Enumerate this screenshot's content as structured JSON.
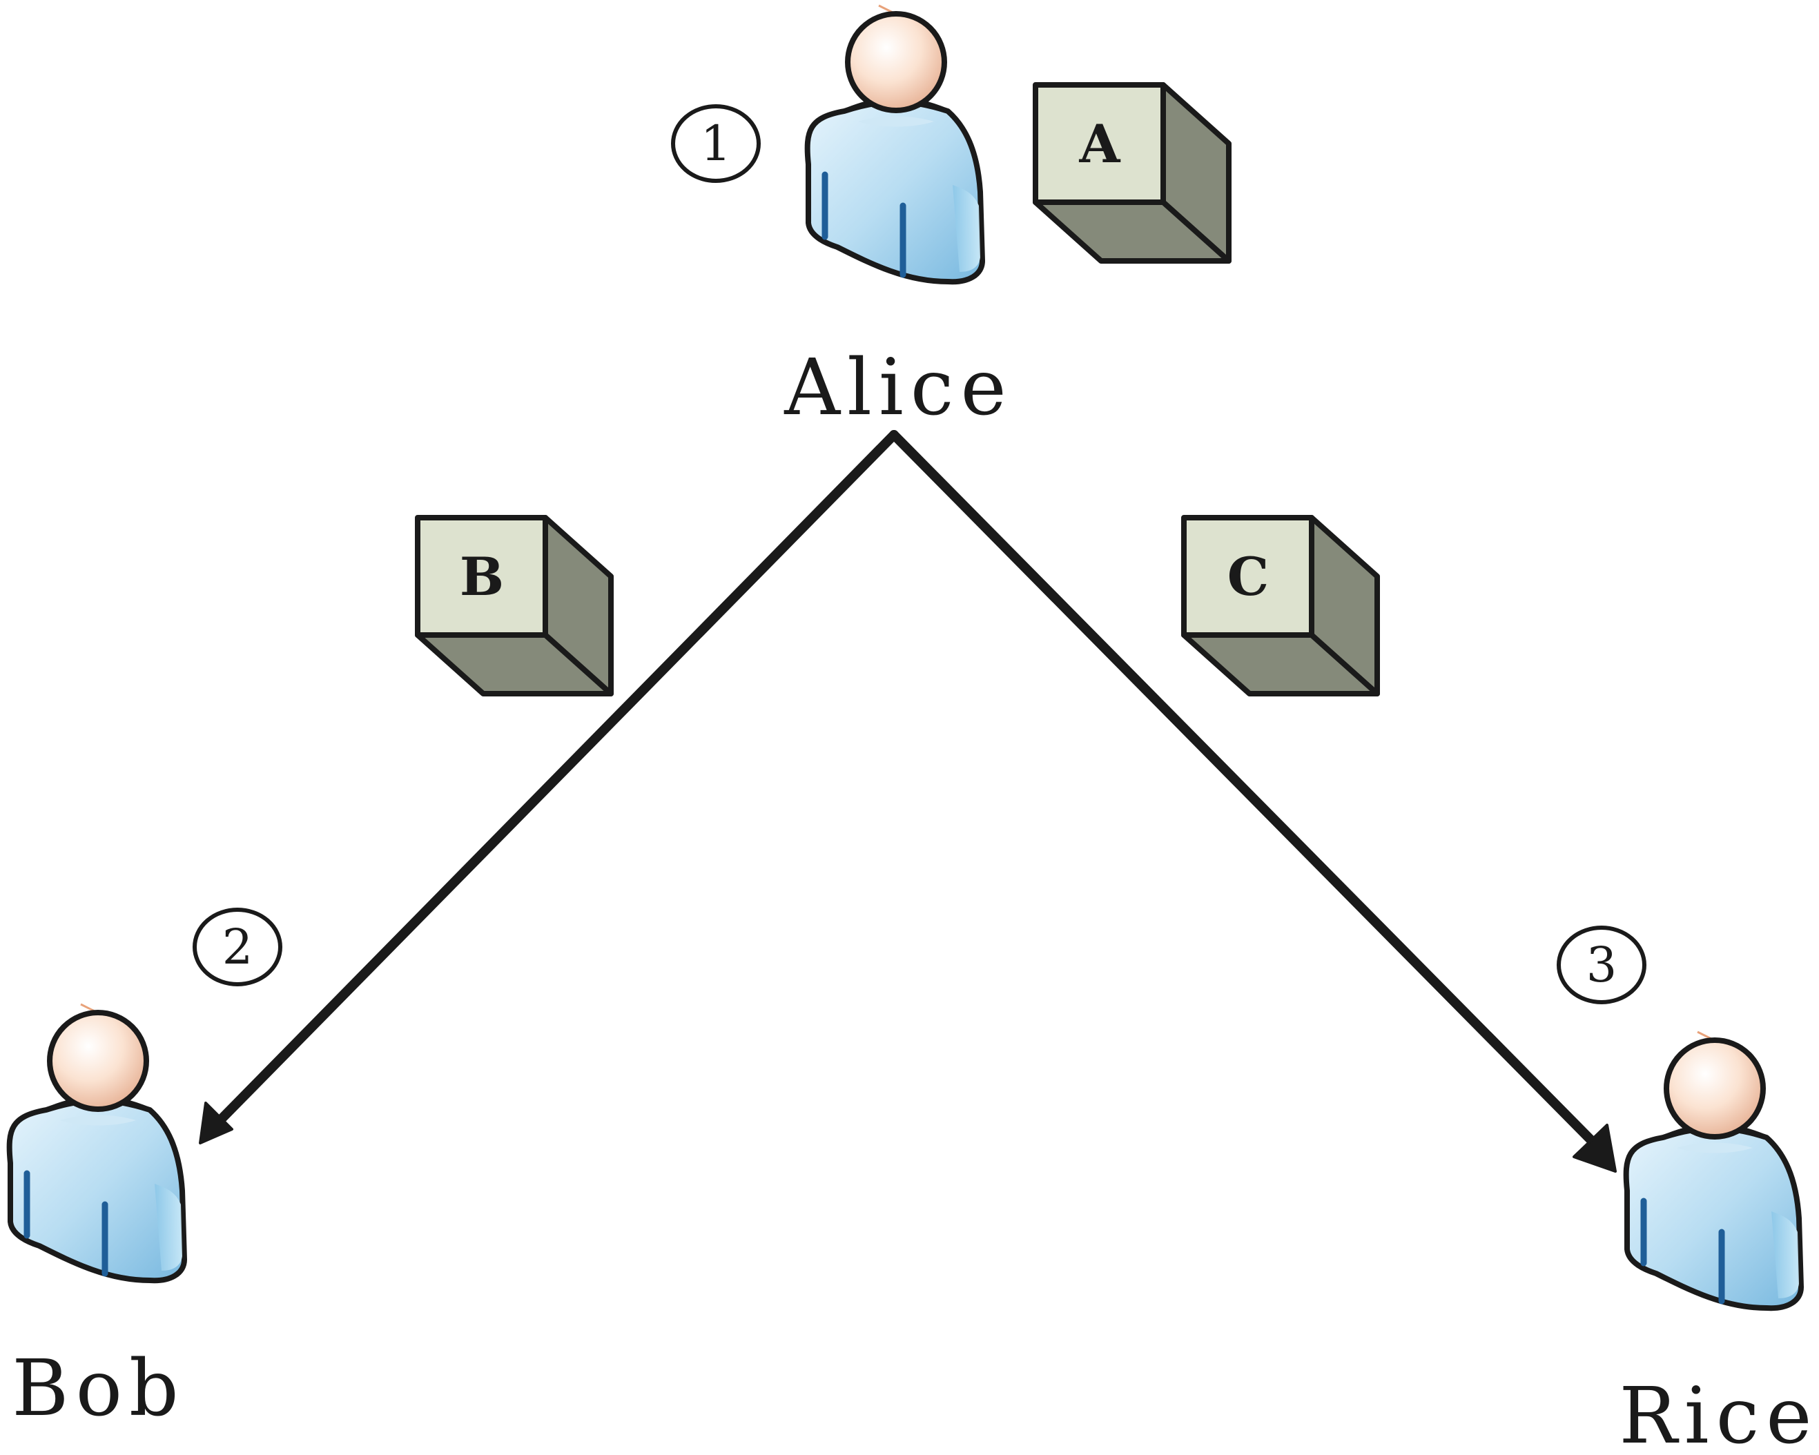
{
  "people": [
    {
      "id": "alice",
      "name": "Alice"
    },
    {
      "id": "bob",
      "name": "Bob"
    },
    {
      "id": "rice",
      "name": "Rice"
    }
  ],
  "boxes": [
    {
      "id": "a",
      "label": "A"
    },
    {
      "id": "b",
      "label": "B"
    },
    {
      "id": "c",
      "label": "C"
    }
  ],
  "steps": [
    {
      "id": "1",
      "label": "1"
    },
    {
      "id": "2",
      "label": "2"
    },
    {
      "id": "3",
      "label": "3"
    }
  ],
  "arrows": [
    {
      "id": "alice-to-bob",
      "from": "Alice",
      "to": "Bob"
    },
    {
      "id": "alice-to-rice",
      "from": "Alice",
      "to": "Rice"
    }
  ],
  "colors": {
    "box_front": "#dde2cf",
    "box_side": "#858a7a",
    "person_shirt": "#a9d3ec",
    "person_head": "#fbe3d2",
    "outline": "#1a1a1a"
  }
}
